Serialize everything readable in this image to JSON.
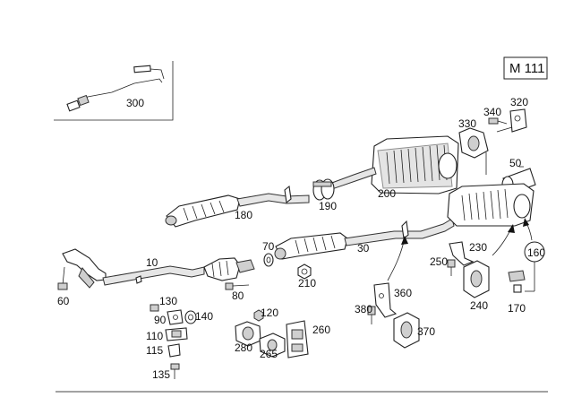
{
  "engine_code": "M 111",
  "part_labels": {
    "p10": "10",
    "p30": "30",
    "p50": "50",
    "p60": "60",
    "p70": "70",
    "p80": "80",
    "p90": "90",
    "p110": "110",
    "p115": "115",
    "p120": "120",
    "p130": "130",
    "p135": "135",
    "p140": "140",
    "p160": "160",
    "p170": "170",
    "p180": "180",
    "p190": "190",
    "p200": "200",
    "p210": "210",
    "p230": "230",
    "p240": "240",
    "p250": "250",
    "p260": "260",
    "p265": "265",
    "p280": "280",
    "p300": "300",
    "p320": "320",
    "p330": "330",
    "p340": "340",
    "p360": "360",
    "p370": "370",
    "p380": "380"
  },
  "colors": {
    "line": "#222222",
    "part_fill": "#ffffff",
    "shade": "#cfcfcf",
    "background": "#ffffff"
  }
}
